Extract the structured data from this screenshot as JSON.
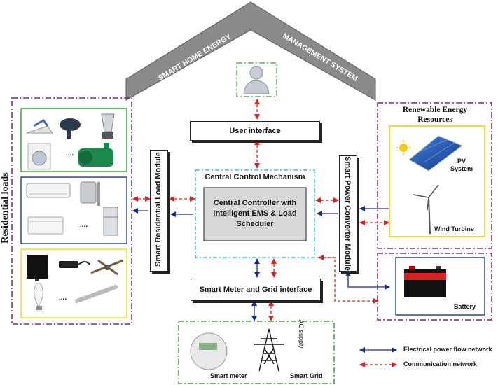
{
  "roof": {
    "left_text": "SMART HOME ENERGY",
    "right_text": "MANAGEMENT SYSTEM"
  },
  "residential": {
    "side_label": "Residential loads",
    "ellipsis": "...."
  },
  "user_interface": "User interface",
  "central": {
    "title": "Central Control Mechanism",
    "controller_text": "Central Controller with Intelligent EMS & Load Scheduler"
  },
  "srlm": "Smart Residential Load Module",
  "spcm": "Smart Power Converter Module",
  "renewables": {
    "title": "Renewable Energy Resources",
    "pv": "PV System",
    "wind": "Wind Turbine"
  },
  "battery": "Battery",
  "smart_meter_grid": "Smart Meter and Grid interface",
  "grid_section": {
    "meter": "Smart meter",
    "grid": "Smart Grid",
    "ac": "AC supply"
  },
  "legend": {
    "electrical": "Electrical power flow network",
    "communication": "Communication network"
  },
  "colors": {
    "electrical": "#1a2a8a",
    "communication": "#e02020",
    "roof": "#8a8a8a",
    "purple_border": "#7a2a7a",
    "green_border": "#3aa03a",
    "blue_border": "#2a4a8a",
    "yellow_border": "#e8e030",
    "cyan_border": "#30c8d8",
    "controller_fill": "#d8d8d8"
  }
}
